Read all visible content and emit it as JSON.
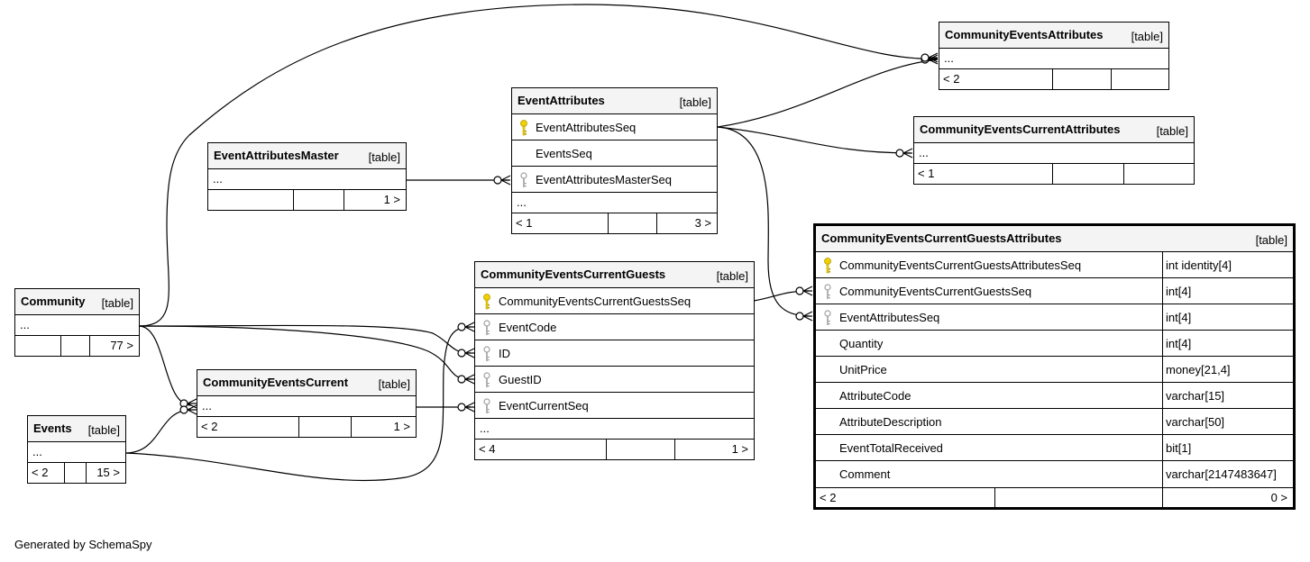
{
  "tables": {
    "community_events_attributes": {
      "name": "CommunityEventsAttributes",
      "type": "[table]",
      "ellipsis": "...",
      "foot_left": "< 2",
      "foot_right": ""
    },
    "community_events_current_attributes": {
      "name": "CommunityEventsCurrentAttributes",
      "type": "[table]",
      "ellipsis": "...",
      "foot_left": "< 1",
      "foot_right": ""
    },
    "event_attributes": {
      "name": "EventAttributes",
      "type": "[table]",
      "columns": [
        {
          "name": "EventAttributesSeq",
          "key": "primary-key"
        },
        {
          "name": "EventsSeq",
          "key": "none"
        },
        {
          "name": "EventAttributesMasterSeq",
          "key": "foreign-key"
        }
      ],
      "ellipsis": "...",
      "foot_left": "< 1",
      "foot_right": "3 >"
    },
    "event_attributes_master": {
      "name": "EventAttributesMaster",
      "type": "[table]",
      "ellipsis": "...",
      "foot_left": "",
      "foot_right": "1 >"
    },
    "community_events_current_guests": {
      "name": "CommunityEventsCurrentGuests",
      "type": "[table]",
      "columns": [
        {
          "name": "CommunityEventsCurrentGuestsSeq",
          "key": "primary-key"
        },
        {
          "name": "EventCode",
          "key": "foreign-key"
        },
        {
          "name": "ID",
          "key": "foreign-key"
        },
        {
          "name": "GuestID",
          "key": "foreign-key"
        },
        {
          "name": "EventCurrentSeq",
          "key": "foreign-key"
        }
      ],
      "ellipsis": "...",
      "foot_left": "< 4",
      "foot_right": "1 >"
    },
    "community": {
      "name": "Community",
      "type": "[table]",
      "ellipsis": "...",
      "foot_left": "",
      "foot_right": "77 >"
    },
    "community_events_current": {
      "name": "CommunityEventsCurrent",
      "type": "[table]",
      "ellipsis": "...",
      "foot_left": "< 2",
      "foot_right": "1 >"
    },
    "events": {
      "name": "Events",
      "type": "[table]",
      "ellipsis": "...",
      "foot_left": "< 2",
      "foot_right": "15 >"
    },
    "community_events_current_guests_attributes": {
      "name": "CommunityEventsCurrentGuestsAttributes",
      "type": "[table]",
      "columns": [
        {
          "name": "CommunityEventsCurrentGuestsAttributesSeq",
          "datatype": "int identity[4]",
          "key": "primary-key"
        },
        {
          "name": "CommunityEventsCurrentGuestsSeq",
          "datatype": "int[4]",
          "key": "foreign-key"
        },
        {
          "name": "EventAttributesSeq",
          "datatype": "int[4]",
          "key": "foreign-key"
        },
        {
          "name": "Quantity",
          "datatype": "int[4]",
          "key": "none"
        },
        {
          "name": "UnitPrice",
          "datatype": "money[21,4]",
          "key": "none"
        },
        {
          "name": "AttributeCode",
          "datatype": "varchar[15]",
          "key": "none"
        },
        {
          "name": "AttributeDescription",
          "datatype": "varchar[50]",
          "key": "none"
        },
        {
          "name": "EventTotalReceived",
          "datatype": "bit[1]",
          "key": "none"
        },
        {
          "name": "Comment",
          "datatype": "varchar[2147483647]",
          "key": "none"
        }
      ],
      "foot_left": "< 2",
      "foot_right": "0 >"
    }
  },
  "footer": "Generated by SchemaSpy",
  "colors": {
    "primary_key": "#f0d000",
    "foreign_key": "#a0a0a0",
    "header_bg": "#f4f4f4"
  }
}
